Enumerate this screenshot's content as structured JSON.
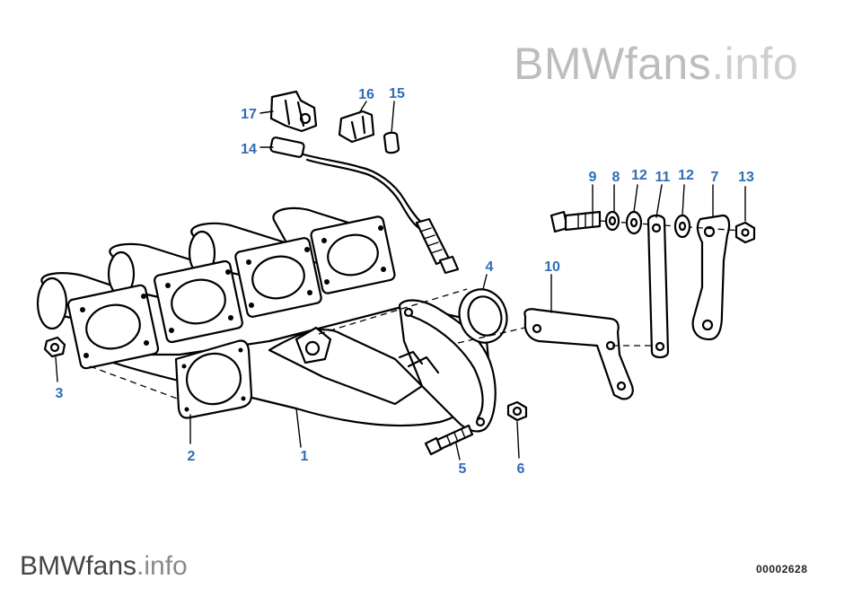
{
  "watermark": {
    "top": {
      "brand": "BMWfans",
      "suffix": ".info"
    },
    "bottom": {
      "brand": "BMWfans",
      "suffix": ".info"
    }
  },
  "diagram_id": "00002628",
  "callout_color": "#2f6db5",
  "callouts": [
    {
      "id": "c1",
      "label": "1"
    },
    {
      "id": "c2",
      "label": "2"
    },
    {
      "id": "c3",
      "label": "3"
    },
    {
      "id": "c4",
      "label": "4"
    },
    {
      "id": "c5",
      "label": "5"
    },
    {
      "id": "c6",
      "label": "6"
    },
    {
      "id": "c7",
      "label": "7"
    },
    {
      "id": "c8",
      "label": "8"
    },
    {
      "id": "c9",
      "label": "9"
    },
    {
      "id": "c10",
      "label": "10"
    },
    {
      "id": "c11",
      "label": "11"
    },
    {
      "id": "c12a",
      "label": "12"
    },
    {
      "id": "c12b",
      "label": "12"
    },
    {
      "id": "c13",
      "label": "13"
    },
    {
      "id": "c14",
      "label": "14"
    },
    {
      "id": "c15",
      "label": "15"
    },
    {
      "id": "c16",
      "label": "16"
    },
    {
      "id": "c17",
      "label": "17"
    }
  ]
}
